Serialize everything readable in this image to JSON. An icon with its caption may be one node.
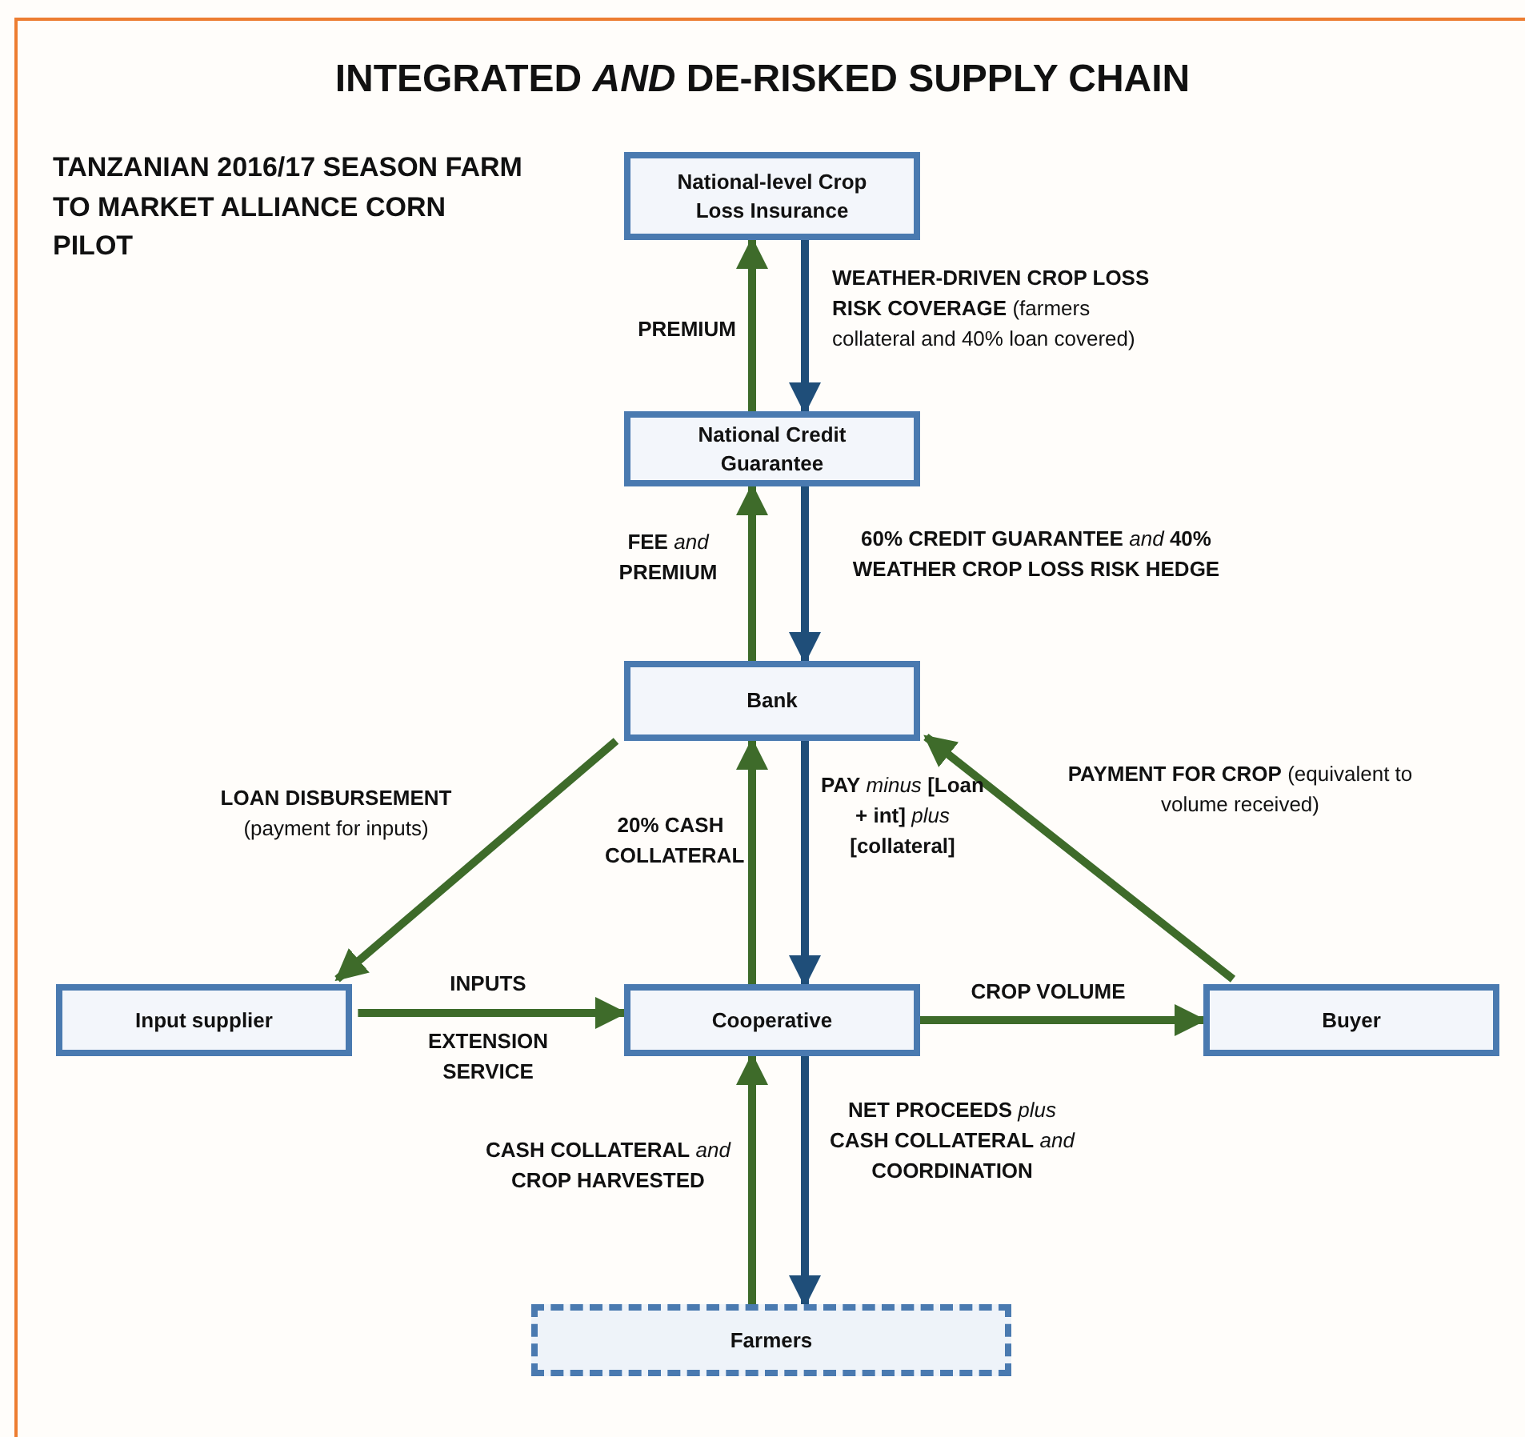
{
  "diagram": {
    "title": "INTEGRATED *AND* DE-RISKED SUPPLY CHAIN",
    "nodes": [
      {
        "text": [
          "National-level Crop Loss Insurance"
        ]
      },
      {
        "text": [
          "National Credit Guarantee"
        ]
      },
      {
        "text": [
          "Bank"
        ]
      },
      {
        "text": [
          "Input supplier"
        ]
      },
      {
        "text": [
          "Cooperative"
        ]
      },
      {
        "text": [
          "Buyer"
        ]
      },
      {
        "text": [
          "Farmers"
        ]
      }
    ],
    "edges": [
      {
        "from": 1,
        "to": 0,
        "arrow": "to",
        "label": "**PREMIUM**"
      },
      {
        "from": 0,
        "to": 1,
        "arrow": "to",
        "label": "**WEATHER-DRIVEN CROP LOSS RISK COVERAGE** (farmers collateral and 40% loan covered)",
        "color": "#1f4e79"
      },
      {
        "from": 2,
        "to": 1,
        "arrow": "to",
        "label": "**FEE** *and* **PREMIUM**"
      },
      {
        "from": 1,
        "to": 2,
        "arrow": "to",
        "label": "**60% CREDIT GUARANTEE** *and* **40% WEATHER CROP LOSS RISK HEDGE**",
        "color": "#1f4e79"
      },
      {
        "from": 2,
        "to": 3,
        "arrow": "to",
        "label": "**LOAN DISBURSEMENT** (payment for inputs)"
      },
      {
        "from": 4,
        "to": 2,
        "arrow": "to",
        "label": "**20% CASH COLLATERAL**"
      },
      {
        "from": 2,
        "to": 4,
        "arrow": "to",
        "label": "**PAY** *minus* **[Loan + int]** *plus* **[collateral]**",
        "color": "#1f4e79"
      },
      {
        "from": 5,
        "to": 2,
        "arrow": "to",
        "label": "**PAYMENT FOR CROP** (equivalent to volume received)"
      },
      {
        "from": 3,
        "to": 4,
        "arrow": "to",
        "label": "**INPUTS**"
      },
      {
        "from": 4,
        "to": 5,
        "arrow": "to",
        "label": "**CROP VOLUME**"
      },
      {
        "from": 6,
        "to": 4,
        "arrow": "to",
        "label": "**CASH COLLATERAL** *and* **CROP HARVESTED**"
      },
      {
        "from": 4,
        "to": 6,
        "arrow": "to",
        "label": "**NET PROCEEDS** *plus* **CASH COLLATERAL** *and* **COORDINATION**",
        "color": "#1f4e79"
      }
    ],
    "labels": [
      "TANZANIAN 2016/17 SEASON FARM TO MARKET ALLIANCE CORN PILOT",
      "EXTENSION SERVICE"
    ]
  }
}
